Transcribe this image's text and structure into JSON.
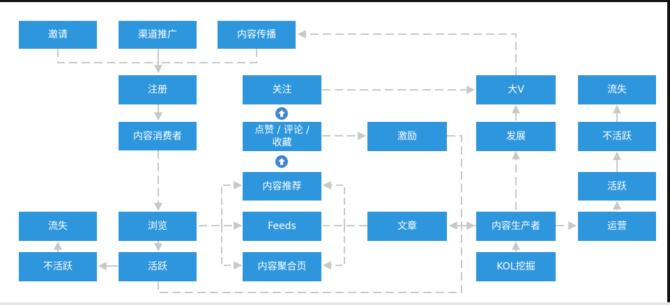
{
  "nodes": {
    "invite": "邀请",
    "channel": "渠道推广",
    "content_spread": "内容传播",
    "register": "注册",
    "consumer": "内容消费者",
    "follow": "关注",
    "like_comment": "点赞 / 评论 /\n收藏",
    "incentive": "激励",
    "big_v": "大V",
    "develop": "发展",
    "churn_right": "流失",
    "inactive_right": "不活跃",
    "active_right": "活跃",
    "operate": "运营",
    "recommend": "内容推荐",
    "feeds": "Feeds",
    "aggregate": "内容聚合页",
    "article": "文章",
    "producer": "内容生产者",
    "kol": "KOL挖掘",
    "browse": "浏览",
    "active_left": "活跃",
    "churn_left": "流失",
    "inactive_left": "不活跃"
  },
  "icons": {
    "up_badge": "up-arrow-circle-icon"
  },
  "colors": {
    "node_fill": "#2e96dd",
    "node_text": "#ffffff",
    "connector": "#c8c8c8",
    "badge": "#3e86cf"
  }
}
